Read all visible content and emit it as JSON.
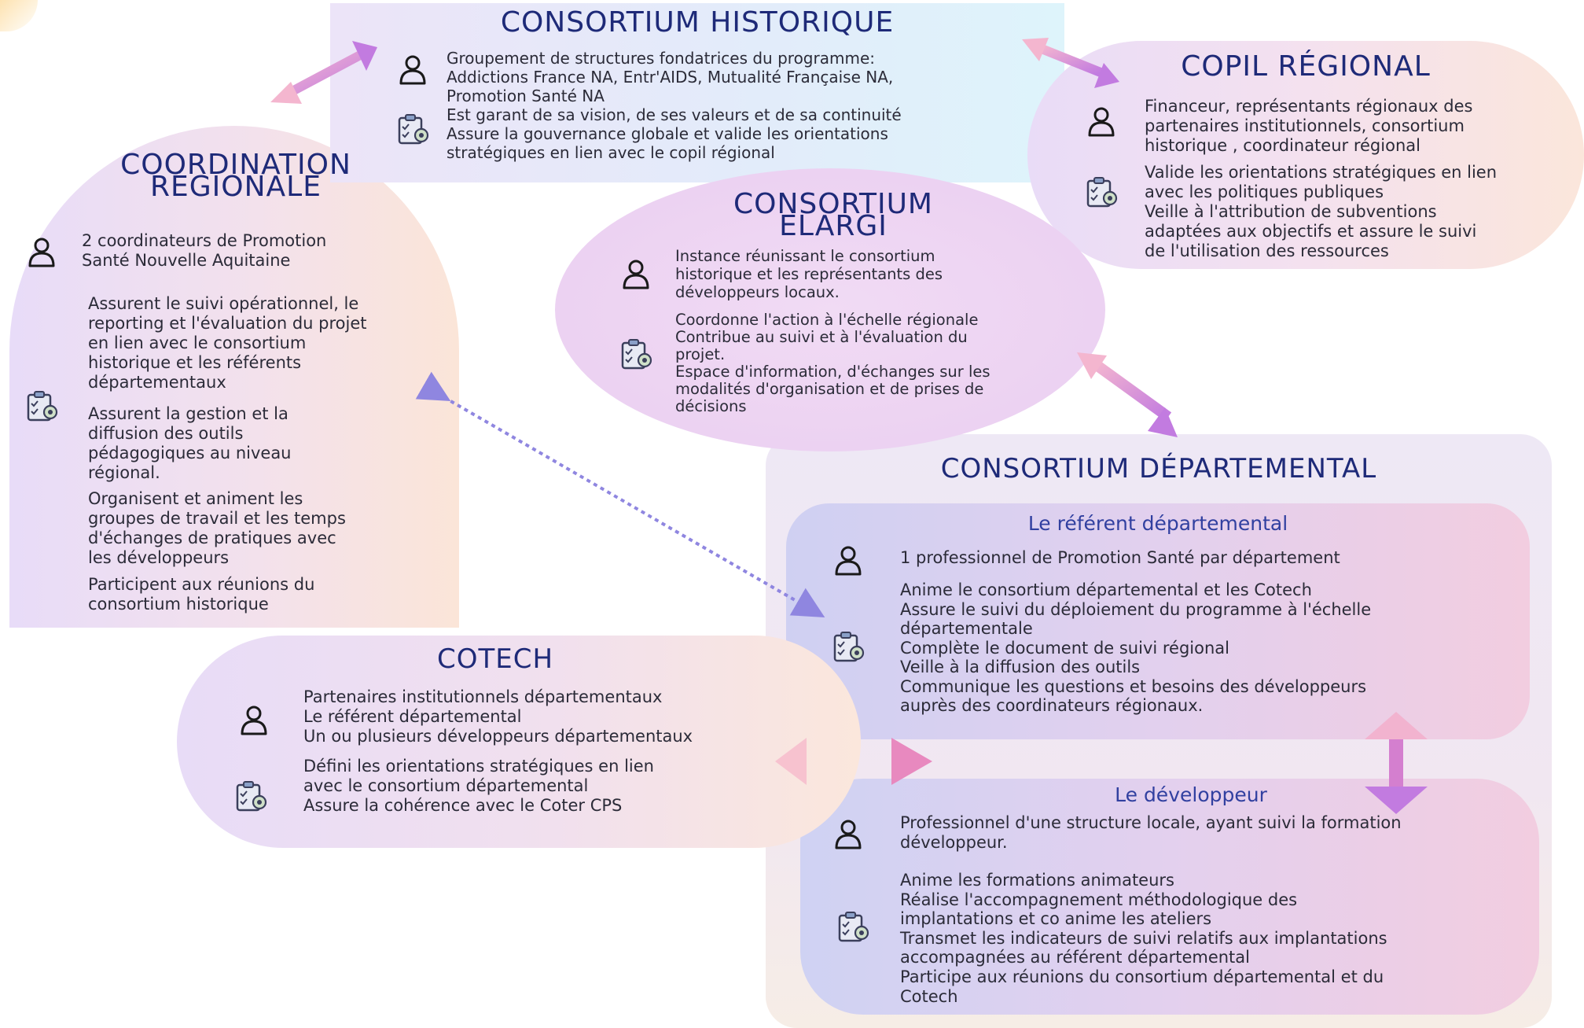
{
  "colors": {
    "title": "#1e2a78",
    "subtitle": "#3140a0",
    "arrow_purple": "#c98be6",
    "arrow_pink": "#f0a0c0",
    "dotted": "#8f86e0"
  },
  "icons": [
    "person-icon",
    "checklist-icon"
  ],
  "historique": {
    "title": "CONSORTIUM HISTORIQUE",
    "who": "Groupement de structures fondatrices du programme:\nAddictions France NA, Entr'AIDS, Mutualité Française NA,\nPromotion Santé NA",
    "role": "Est garant de sa vision, de ses valeurs et de sa continuité\nAssure la gouvernance globale et valide les orientations\nstratégiques en lien avec le copil régional"
  },
  "copil": {
    "title": "COPIL RÉGIONAL",
    "who": "Financeur, représentants régionaux des\npartenaires institutionnels, consortium\nhistorique , coordinateur régional",
    "role": "Valide les orientations stratégiques en lien\navec les politiques publiques\nVeille à l'attribution de subventions\nadaptées aux objectifs et assure le suivi\nde l'utilisation des ressources"
  },
  "coordination": {
    "title_line1": "COORDINATION",
    "title_line2": "RÉGIONALE",
    "who": "2 coordinateurs de Promotion\nSanté Nouvelle Aquitaine",
    "role1": "Assurent le suivi opérationnel, le\nreporting et l'évaluation du projet\nen lien avec le consortium\nhistorique et les référents\ndépartementaux",
    "role2": "Assurent la gestion et la\ndiffusion des outils\npédagogiques au niveau\nrégional.",
    "role3": "Organisent et animent les\ngroupes de travail et les temps\nd'échanges de pratiques avec\nles développeurs",
    "role4": "Participent aux réunions du\nconsortium historique"
  },
  "elargi": {
    "title_line1": "CONSORTIUM",
    "title_line2": "ELARGI",
    "who": "Instance réunissant le consortium\nhistorique et les représentants des\ndéveloppeurs locaux.",
    "role": "Coordonne l'action à l'échelle régionale\nContribue au suivi et à l'évaluation du\nprojet.\nEspace d'information, d'échanges sur les\nmodalités d'organisation et de prises de\ndécisions"
  },
  "departemental": {
    "title": "CONSORTIUM DÉPARTEMENTAL",
    "referent": {
      "title": "Le référent départemental",
      "who": "1 professionnel de Promotion Santé par département",
      "role": "Anime le consortium départemental et les Cotech\nAssure le suivi du déploiement du programme à l'échelle\ndépartementale\nComplète le document de suivi régional\nVeille à la diffusion des outils\nCommunique les questions et besoins des développeurs\nauprès des coordinateurs régionaux."
    },
    "developpeur": {
      "title": "Le développeur",
      "who": "Professionnel d'une structure locale, ayant suivi la formation\ndéveloppeur.",
      "role": "Anime les formations animateurs\nRéalise l'accompagnement méthodologique des\nimplantations et co anime les ateliers\nTransmet les indicateurs de suivi relatifs aux implantations\naccompagnées au référent départemental\nParticipe aux réunions du consortium départemental et du\nCotech"
    }
  },
  "cotech": {
    "title": "COTECH",
    "who": "Partenaires institutionnels départementaux\nLe référent départemental\nUn ou plusieurs développeurs départementaux",
    "role": "Défini les orientations stratégiques en lien\navec le consortium départemental\nAssure la cohérence avec le Coter CPS"
  }
}
